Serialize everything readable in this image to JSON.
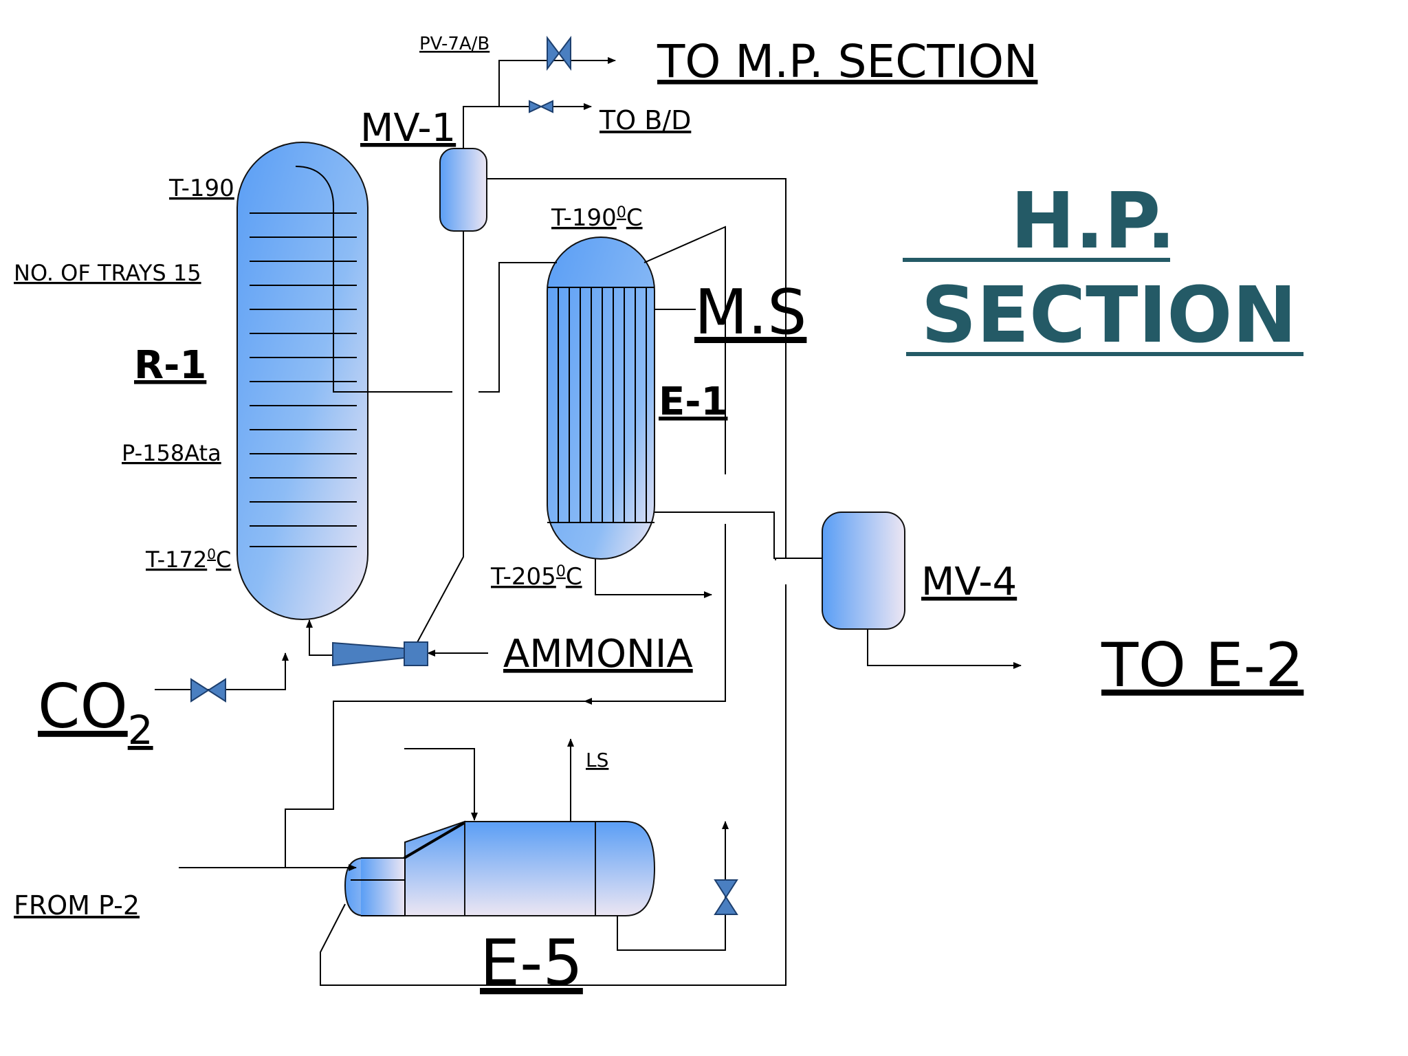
{
  "title": {
    "line1": "H.P.",
    "line2": "SECTION"
  },
  "colors": {
    "title": "#245a66",
    "vessel_light": "#e9e3f2",
    "vessel_blue": "#5a9ef5",
    "valve": "#4a7fc1"
  },
  "equipment": {
    "r1": "R-1",
    "e1": "E-1",
    "e5": "E-5",
    "mv1": "MV-1",
    "mv4": "MV-4"
  },
  "labels": {
    "pv7ab": "PV-7A/B",
    "to_mp": "TO M.P. SECTION",
    "to_bd": "TO B/D",
    "t190": "T-190",
    "trays": "NO. OF TRAYS 15",
    "p158": "P-158Ata",
    "t172": "T-172",
    "t172_sup": "0",
    "t172_unit": "C",
    "t190c": "T-190",
    "t190c_sup": "0",
    "t190c_unit": "C",
    "ms": "M.S",
    "t205": "T-205",
    "t205_sup": "0",
    "t205_unit": "C",
    "ammonia": "AMMONIA",
    "co2": "CO",
    "co2_sub": "2",
    "to_e2": "TO E-2",
    "ls": "LS",
    "from_p2": "FROM P-2"
  }
}
